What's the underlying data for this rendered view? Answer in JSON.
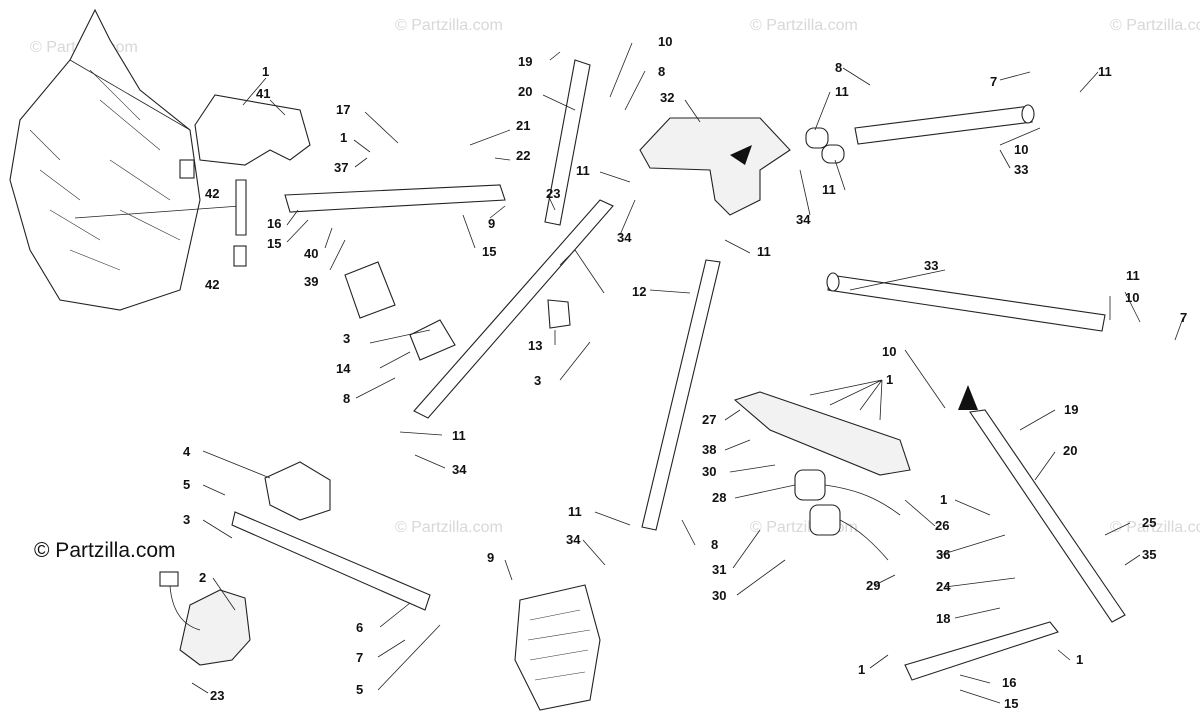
{
  "watermark_text": "© Partzilla.com",
  "copyright_text": "© Partzilla.com",
  "callouts": [
    "1",
    "2",
    "3",
    "4",
    "5",
    "6",
    "7",
    "8",
    "9",
    "10",
    "11",
    "12",
    "13",
    "14",
    "15",
    "16",
    "17",
    "18",
    "19",
    "20",
    "21",
    "22",
    "23",
    "24",
    "25",
    "26",
    "27",
    "28",
    "29",
    "30",
    "31",
    "32",
    "33",
    "34",
    "35",
    "36",
    "37",
    "38",
    "39",
    "40",
    "41",
    "42"
  ],
  "colors": {
    "line": "#222222",
    "background": "#ffffff",
    "watermark": "#d8d8d8"
  }
}
